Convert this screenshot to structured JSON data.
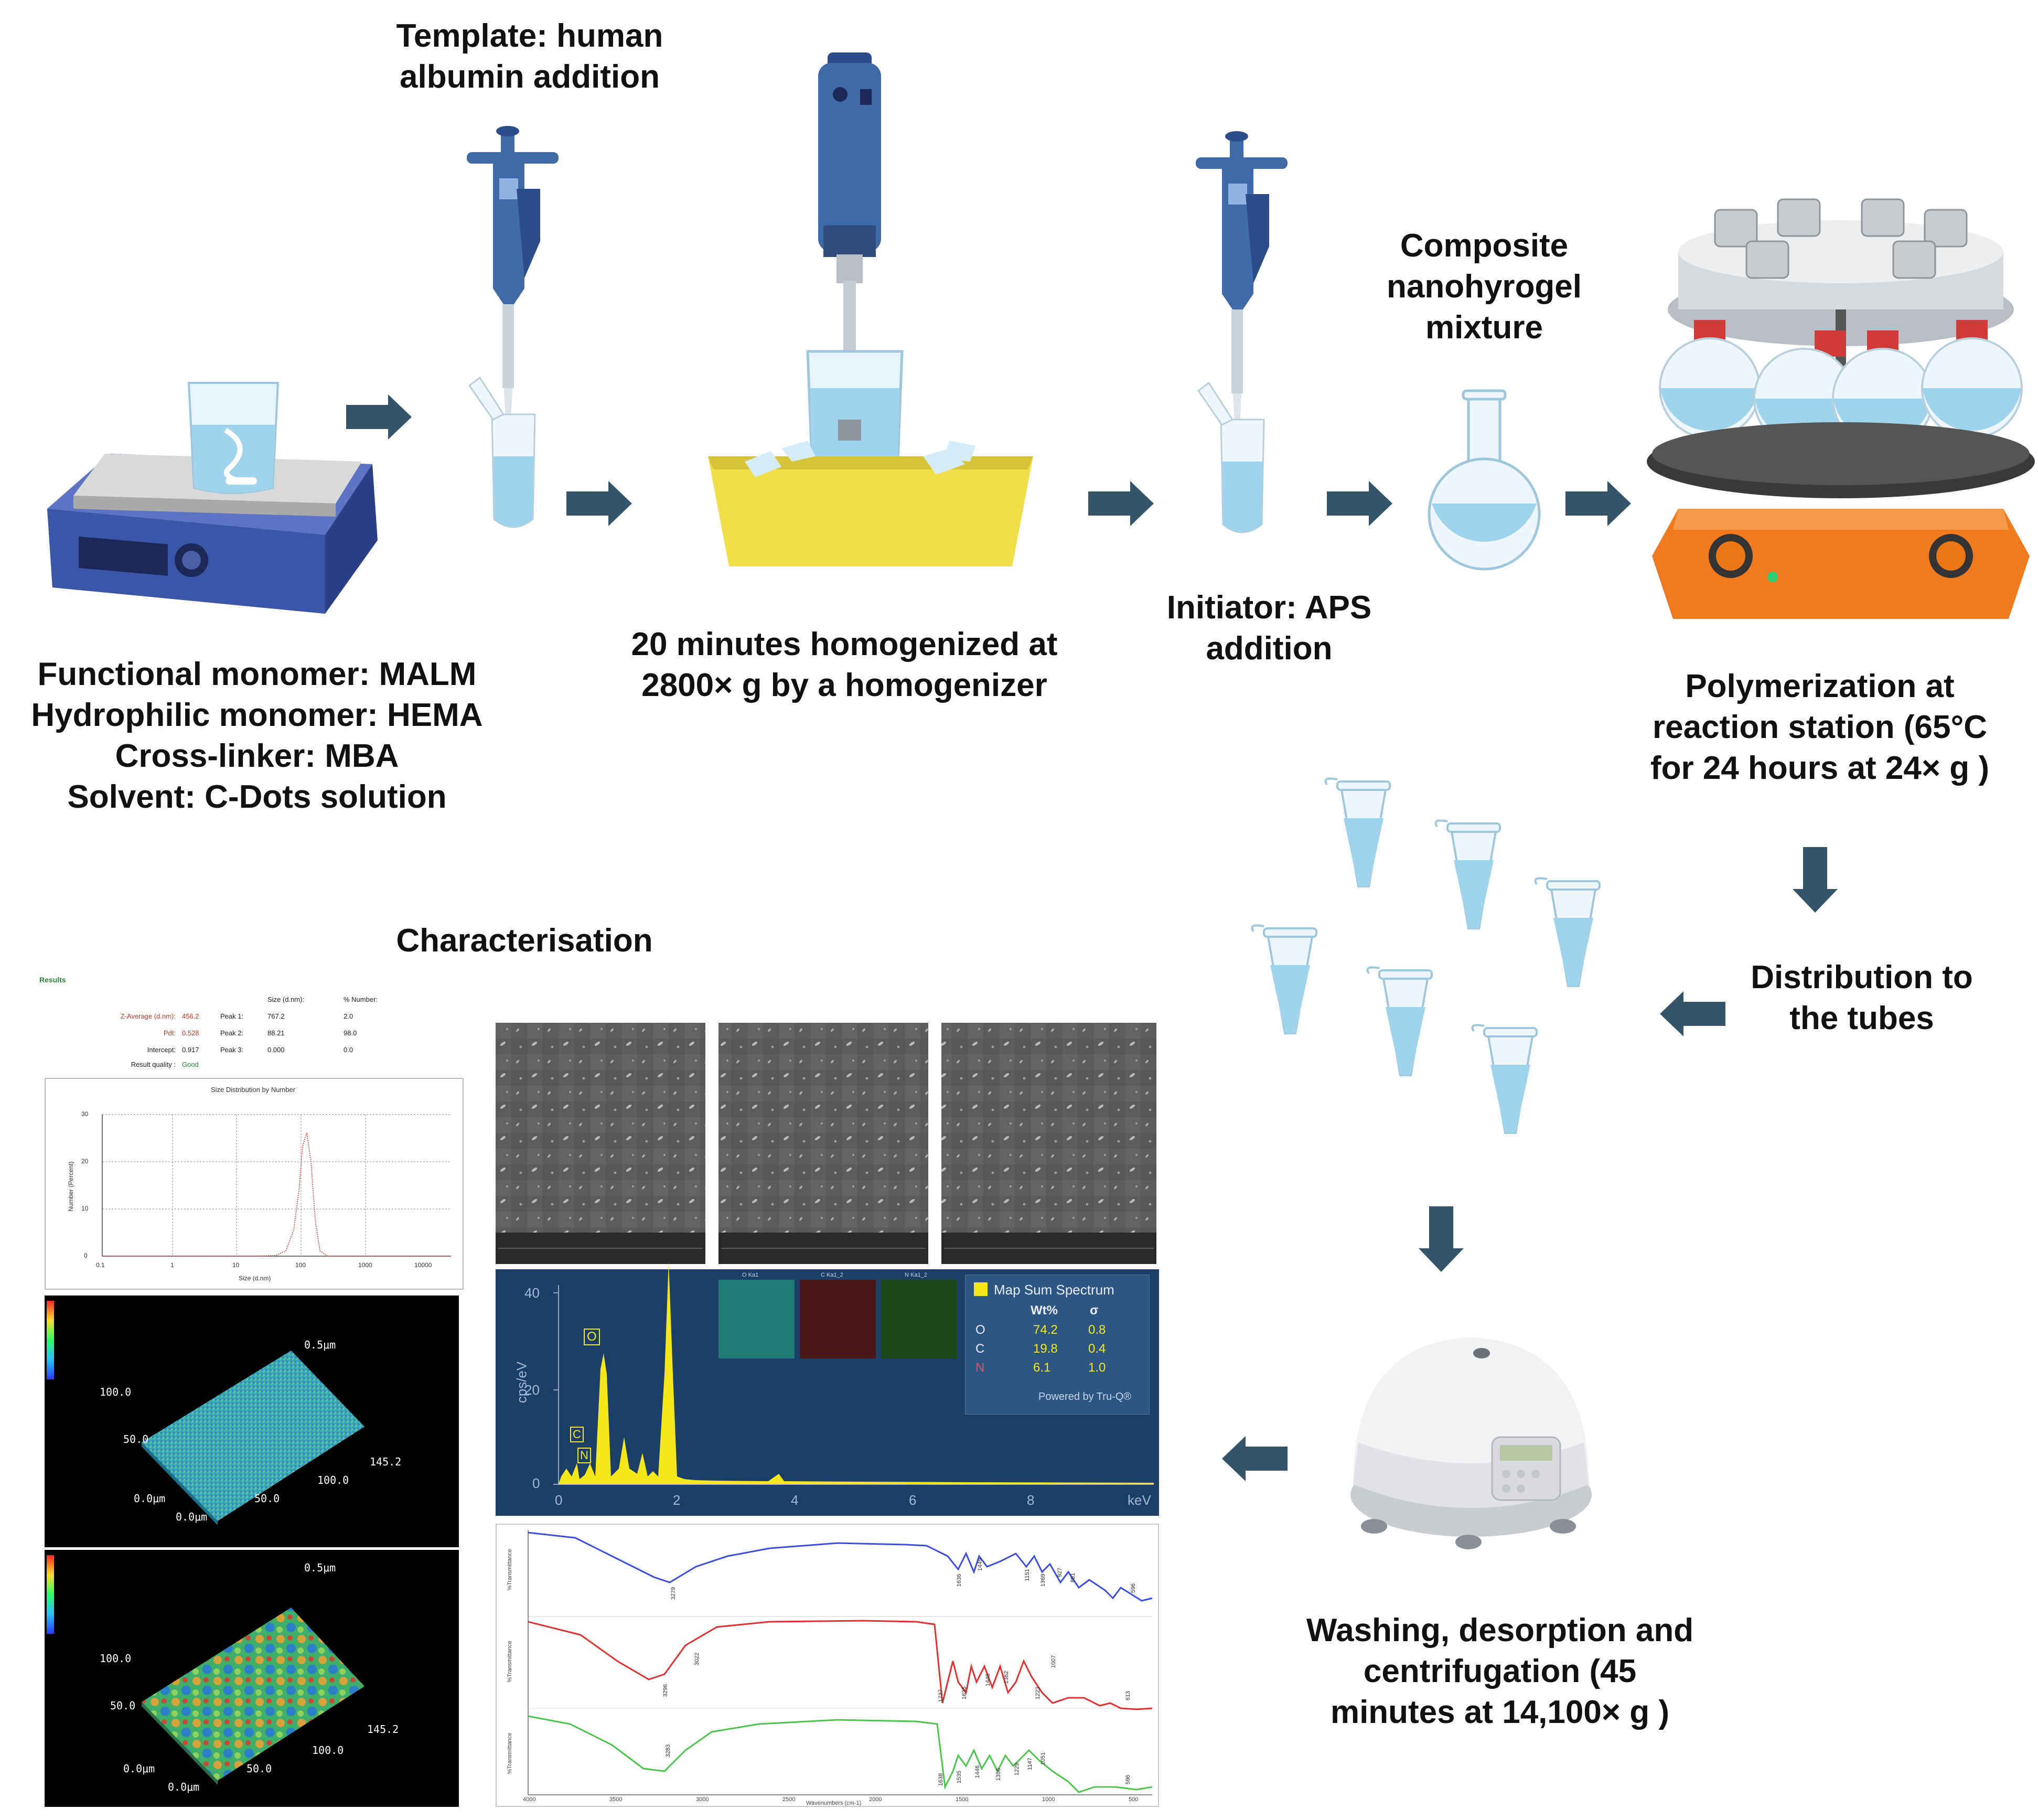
{
  "colors": {
    "arrow": "#34546a",
    "hotplate": "#2b3f86",
    "pipette": "#3f6aa8",
    "liquid": "#9fd3ee",
    "ice_tray": "#f2de48",
    "reactor_base": "#f07a1f",
    "eds_panel": "#1c3f68",
    "eds_spectrum": "#f4e81a"
  },
  "steps": {
    "monomers": {
      "lines": [
        "Functional monomer: MALM",
        "Hydrophilic monomer: HEMA",
        "Cross-linker: MBA",
        "Solvent: C-Dots solution"
      ]
    },
    "template": {
      "lines": [
        "Template: human",
        "albumin addition"
      ]
    },
    "homogenize": {
      "lines": [
        "20 minutes homogenized at",
        "2800× g  by a homogenizer"
      ]
    },
    "initiator": {
      "lines": [
        "Initiator: APS",
        "addition"
      ]
    },
    "composite": {
      "lines": [
        "Composite",
        "nanohyrogel",
        "mixture"
      ]
    },
    "polymerization": {
      "lines": [
        "Polymerization at",
        "reaction station (65°C",
        "for 24 hours at 24× g )"
      ]
    },
    "distribution": {
      "lines": [
        "Distribution to",
        "the tubes"
      ]
    },
    "washing": {
      "lines": [
        "Washing, desorption and",
        "centrifugation (45",
        "minutes at 14,100× g )"
      ]
    }
  },
  "characterisation": {
    "title": "Characterisation",
    "dls": {
      "results_label": "Results",
      "col_size": "Size (d.nm):",
      "col_number": "% Number:",
      "rows": [
        {
          "label": "Z-Average (d.nm):",
          "value": "456.2",
          "peak": "Peak 1:",
          "size": "767.2",
          "number": "2.0"
        },
        {
          "label": "PdI:",
          "value": "0.528",
          "peak": "Peak 2:",
          "size": "88.21",
          "number": "98.0"
        },
        {
          "label": "Intercept:",
          "value": "0.917",
          "peak": "Peak 3:",
          "size": "0.000",
          "number": "0.0"
        },
        {
          "label": "Result quality :",
          "value": "Good",
          "peak": "",
          "size": "",
          "number": ""
        }
      ],
      "chart_title": "Size Distribution by Number",
      "ylabel": "Number (Percent)",
      "xlabel": "Size (d.nm)",
      "yticks": [
        "30",
        "20",
        "10",
        "0"
      ],
      "xticks": [
        "0.1",
        "1",
        "10",
        "100",
        "1000",
        "10000"
      ]
    },
    "afm": {
      "y_label": "100.0",
      "y_mid": "50.0",
      "x_far": "145.2",
      "x_near": "100.0",
      "x_mid": "50.0",
      "origin_y": "0.0μm",
      "origin_x": "0.0μm",
      "top_label": "0.5μm"
    },
    "eds": {
      "legend_title": "Map Sum Spectrum",
      "col_wt": "Wt%",
      "col_sigma": "σ",
      "elements": [
        {
          "el": "O",
          "wt": "74.2",
          "sigma": "0.8"
        },
        {
          "el": "C",
          "wt": "19.8",
          "sigma": "0.4"
        },
        {
          "el": "N",
          "wt": "6.1",
          "sigma": "1.0"
        }
      ],
      "powered": "Powered by Tru-Q®",
      "ylabel": "cps/eV",
      "xunit": "keV",
      "yticks": [
        "40",
        "20",
        "0"
      ],
      "xticks": [
        "0",
        "2",
        "4",
        "6",
        "8"
      ],
      "peak_labels": [
        "O",
        "C",
        "N"
      ],
      "map_labels": [
        "O Ka1",
        "C Ka1_2",
        "N Ka1_2"
      ]
    },
    "ftir": {
      "xlabel": "Wavenumbers (cm-1)",
      "ylabel": "%Transmittance",
      "xticks": [
        "4000",
        "3500",
        "3000",
        "2500",
        "2000",
        "1500",
        "1000",
        "500"
      ],
      "blue_peaks": [
        "3279",
        "1636",
        "1449",
        "1151",
        "1369",
        "927",
        "881",
        "596"
      ],
      "red_peaks": [
        "3296",
        "3022",
        "1737",
        "1635",
        "1448",
        "1362",
        "1223",
        "1007",
        "613"
      ],
      "green_peaks": [
        "3283",
        "1638",
        "1535",
        "1446",
        "1356",
        "1229",
        "1147",
        "1051",
        "596"
      ]
    }
  }
}
